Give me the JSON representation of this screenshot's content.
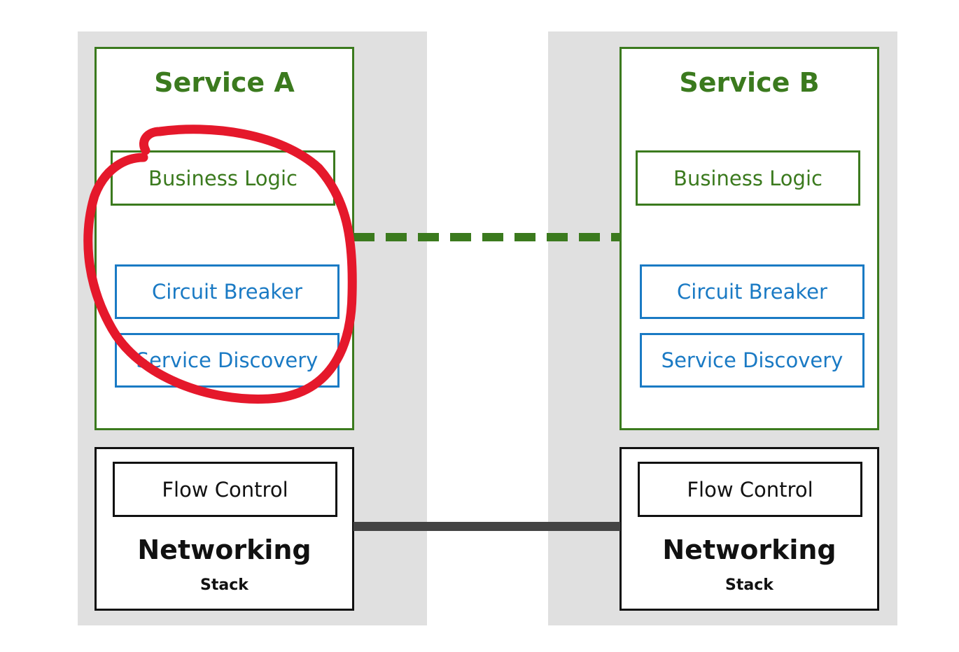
{
  "service_a": {
    "title": "Service A",
    "business_logic": "Business Logic",
    "circuit_breaker": "Circuit Breaker",
    "service_discovery": "Service Discovery",
    "flow_control": "Flow Control",
    "networking": "Networking",
    "stack": "Stack"
  },
  "service_b": {
    "title": "Service B",
    "business_logic": "Business Logic",
    "circuit_breaker": "Circuit Breaker",
    "service_discovery": "Service Discovery",
    "flow_control": "Flow Control",
    "networking": "Networking",
    "stack": "Stack"
  },
  "colors": {
    "service_green": "#3b7a1e",
    "library_blue": "#1a7ac4",
    "host_gray": "#e0e0e0",
    "annotation_red": "#e5182b",
    "network_line": "#444444"
  }
}
